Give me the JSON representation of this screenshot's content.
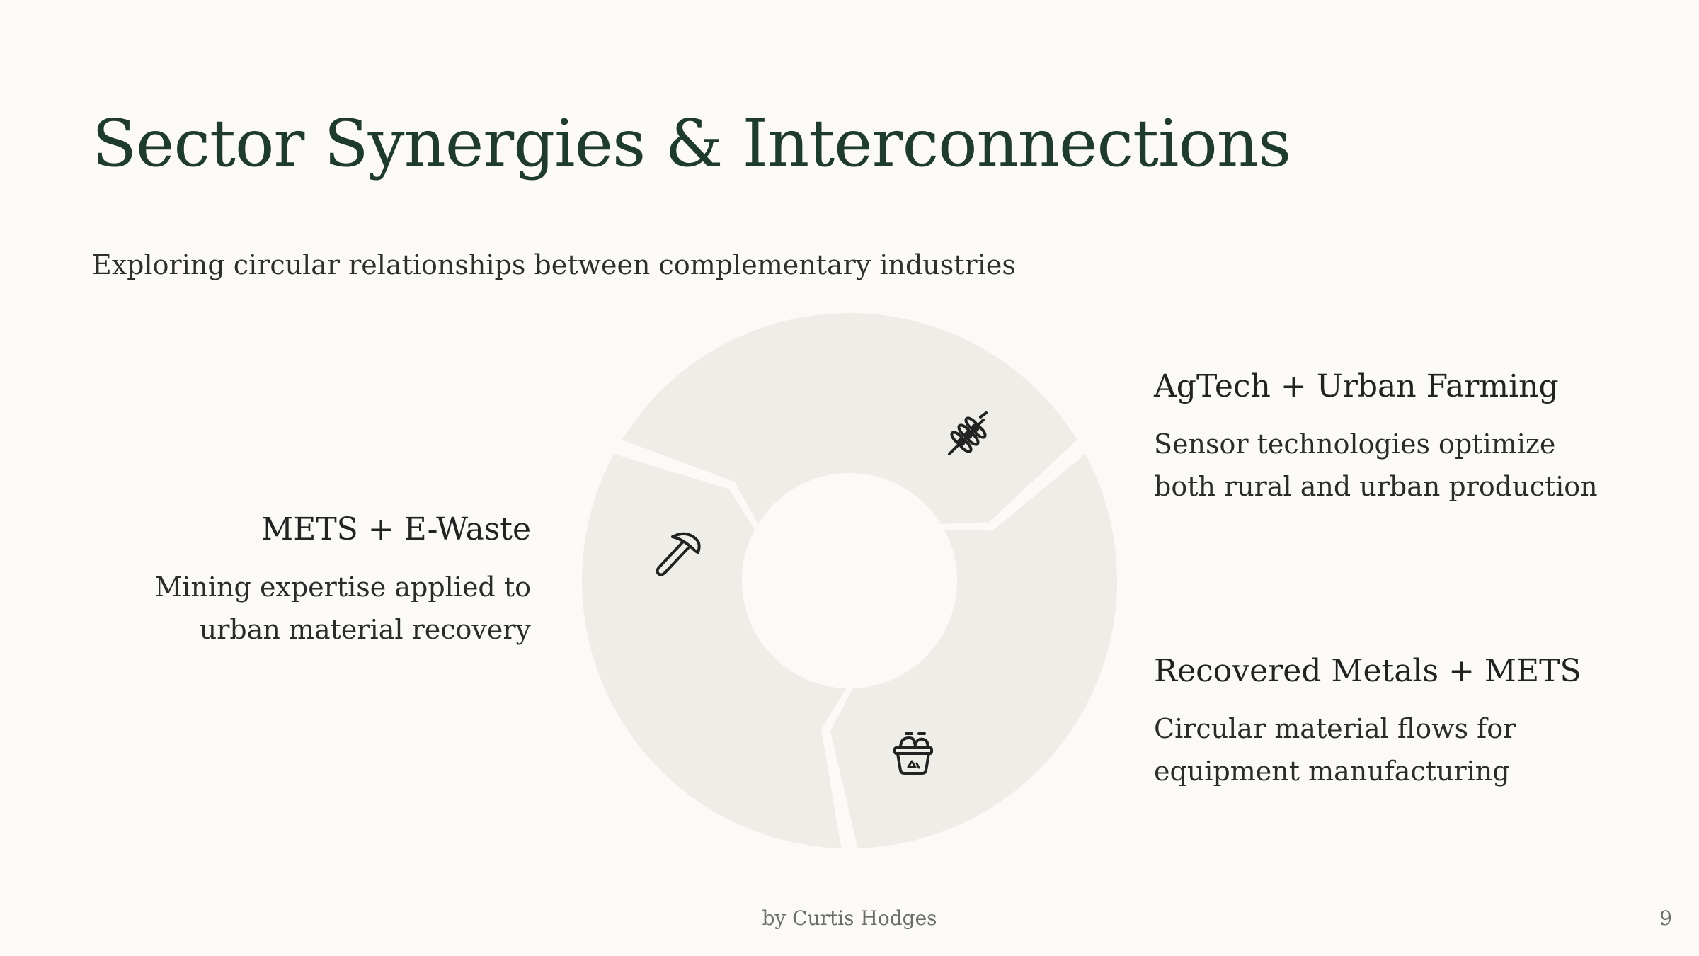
{
  "slide": {
    "title": "Sector Synergies & Interconnections",
    "subtitle": "Exploring circular relationships between complementary industries"
  },
  "diagram": {
    "segment_color": "#efede7",
    "icon_color": "#222222",
    "segments": [
      {
        "icon": "wheat-icon",
        "title": "AgTech + Urban Farming",
        "description": "Sensor technologies optimize both rural and urban production"
      },
      {
        "icon": "recycling-bin-icon",
        "title": "Recovered Metals + METS",
        "description": "Circular material flows for equipment manufacturing"
      },
      {
        "icon": "pickaxe-icon",
        "title": "METS + E-Waste",
        "description": "Mining expertise applied to urban material recovery"
      }
    ]
  },
  "footer": {
    "author": "by Curtis Hodges",
    "page": "9"
  }
}
